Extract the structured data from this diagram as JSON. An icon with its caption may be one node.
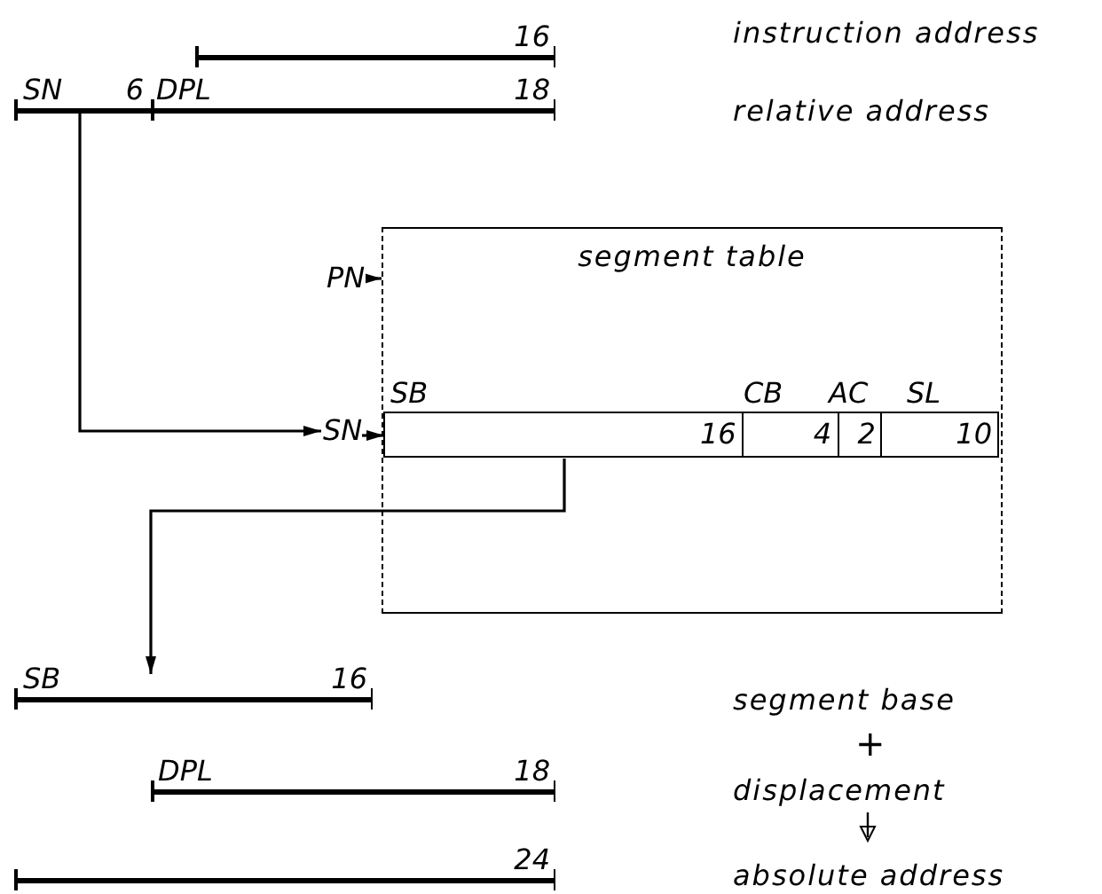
{
  "diagram": {
    "nodes": [
      {
        "text": [
          "16"
        ]
      },
      {
        "text": [
          "SN",
          "6",
          "DPL",
          "18"
        ]
      },
      {
        "text": [
          "PN"
        ]
      },
      {
        "text": [
          "segment table"
        ]
      },
      {
        "text": [
          "SN"
        ]
      },
      {
        "text": [
          "SB",
          "CB",
          "AC",
          "SL",
          "16",
          "4",
          "2",
          "10"
        ],
        "in": 3
      },
      {
        "text": [
          "SB",
          "16"
        ]
      },
      {
        "text": [
          "DPL",
          "18"
        ]
      },
      {
        "text": [
          "24"
        ]
      }
    ],
    "edges": [
      {
        "from": 1,
        "to": 4,
        "arrow": "to"
      },
      {
        "from": 4,
        "to": 5,
        "arrow": "to"
      },
      {
        "from": 2,
        "to": 3,
        "arrow": "to"
      },
      {
        "from": 5,
        "to": 6,
        "arrow": "to"
      }
    ],
    "labels": [
      "instruction address",
      "relative address",
      "segment base",
      "+",
      "displacement",
      "absolute address"
    ]
  }
}
